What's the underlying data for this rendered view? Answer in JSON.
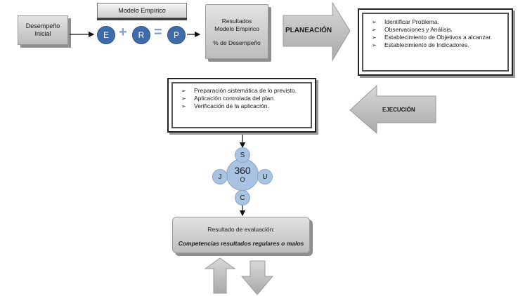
{
  "start_box": {
    "label": "Desempeño Inicial"
  },
  "model_title": "Modelo Empírico",
  "model_circles": [
    "E",
    "R",
    "P"
  ],
  "model_operators": [
    "+",
    "="
  ],
  "results_box": {
    "line1": "Resultados",
    "line2": "Modelo Empírico",
    "line3": "% de Desempeño"
  },
  "planeacion_label": "PLANEACIÓN",
  "planeacion_items": [
    "Identificar Problema.",
    "Observaciones y Análisis.",
    "Establecimiento de Objetivos a alcanzar.",
    "Establecimiento de Indicadores."
  ],
  "ejecucion_label": "EJECUCIÓN",
  "ejecucion_items": [
    "Preparación sistemática de lo previsto.",
    "Aplicación controlada del plan.",
    "Verificación de la aplicación."
  ],
  "cycle": {
    "center_top": "360",
    "center_bottom": "O",
    "top": "S",
    "left": "J",
    "right": "U",
    "bottom": "C"
  },
  "result_box": {
    "title": "Resultado de evaluación:",
    "subtitle": "Competencias resultados regulares o malos"
  }
}
